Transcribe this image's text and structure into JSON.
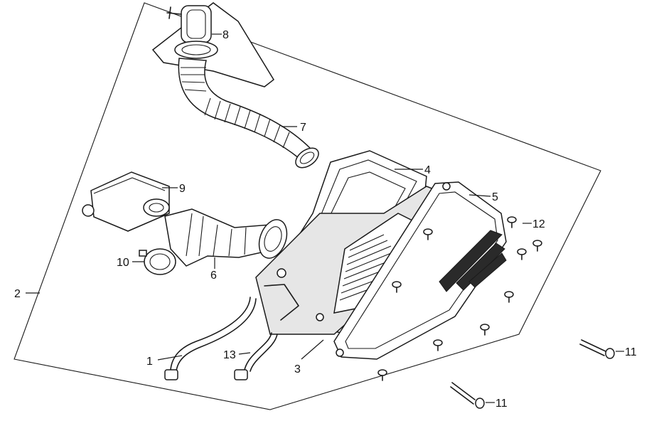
{
  "diagram": {
    "callouts": [
      {
        "id": "c1",
        "text": "1"
      },
      {
        "id": "c2",
        "text": "2"
      },
      {
        "id": "c3",
        "text": "3"
      },
      {
        "id": "c4",
        "text": "4"
      },
      {
        "id": "c5",
        "text": "5"
      },
      {
        "id": "c6",
        "text": "6"
      },
      {
        "id": "c7",
        "text": "7"
      },
      {
        "id": "c8",
        "text": "8"
      },
      {
        "id": "c9",
        "text": "9"
      },
      {
        "id": "c10",
        "text": "10"
      },
      {
        "id": "c11a",
        "text": "11"
      },
      {
        "id": "c11b",
        "text": "11"
      },
      {
        "id": "c12",
        "text": "12"
      },
      {
        "id": "c13",
        "text": "13"
      }
    ]
  }
}
